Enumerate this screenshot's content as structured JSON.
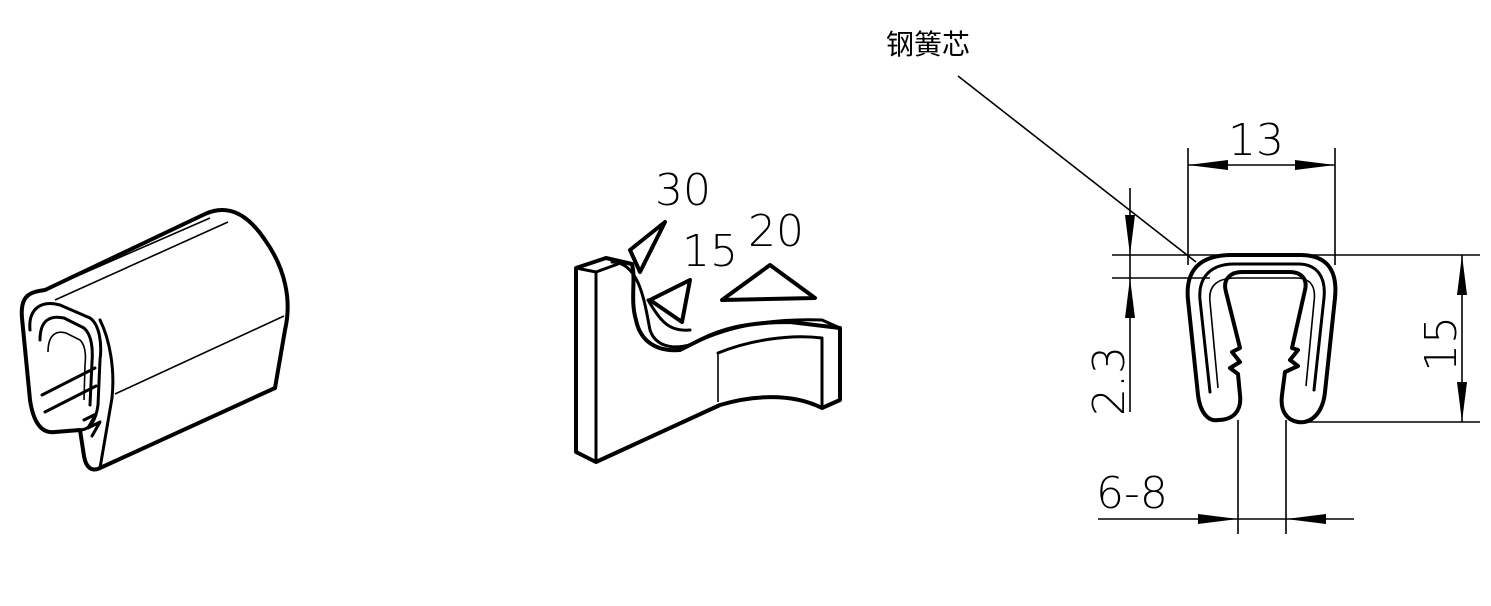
{
  "labels": {
    "core": "钢簧芯",
    "width": "13",
    "height": "15",
    "thickness": "2.3",
    "gap": "6-8",
    "angle_30": "30",
    "angle_15": "15",
    "angle_20": "20"
  },
  "colors": {
    "line": "#000000",
    "background": "#ffffff"
  }
}
